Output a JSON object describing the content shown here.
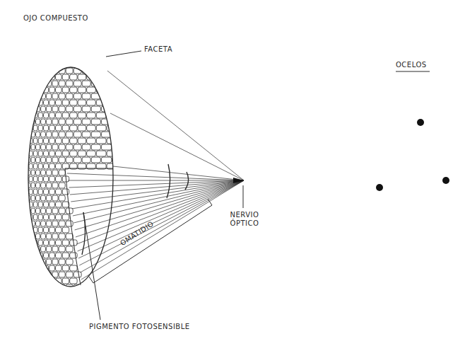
{
  "diagram": {
    "title": "OJO COMPUESTO",
    "labels": [
      "OCELOS",
      "FACETA",
      "NERVIO ÓPTICO",
      "OMATIDIO",
      "PIGMENTO FOTOSENSIBLE"
    ]
  }
}
